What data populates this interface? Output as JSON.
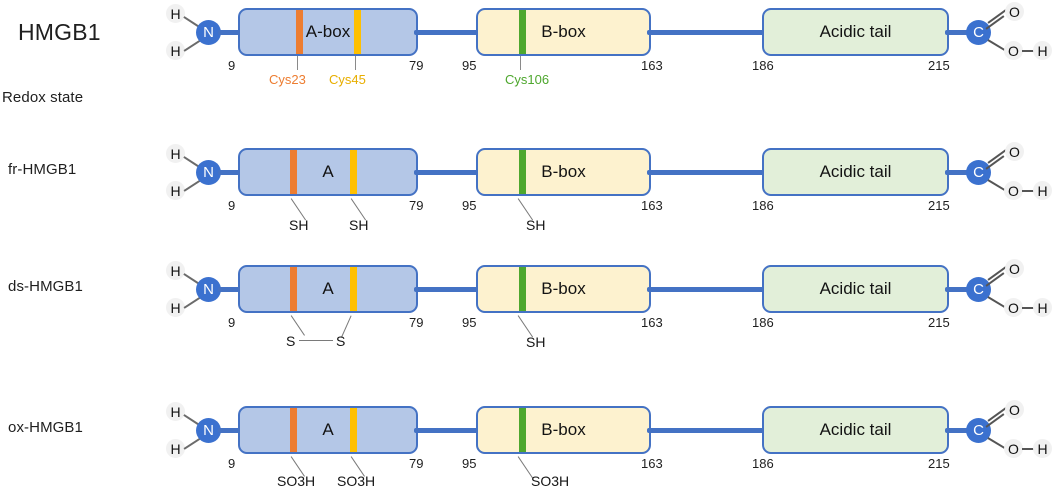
{
  "figure": {
    "title": "HMGB1",
    "section_label": "Redox state",
    "background": "#ffffff"
  },
  "colors": {
    "box_border": "#4472c4",
    "abox_fill": "#b4c7e7",
    "bbox_fill": "#fdf2cf",
    "tail_fill": "#e2efd9",
    "cys23": "#ed7d31",
    "cys45": "#ffc000",
    "cys106": "#4ea72e",
    "backbone": "#4472c4",
    "atom_blue": "#3b71cf",
    "atom_grey": "#f1f1f1"
  },
  "termini": {
    "n_terminus": {
      "atom": "N",
      "hydrogens": [
        "H",
        "H"
      ]
    },
    "c_terminus": {
      "atom": "C",
      "carbonyl_oxygen": "O",
      "hydroxyl_oxygen": "O",
      "hydroxyl_hydrogen": "H"
    }
  },
  "cys_annotations": [
    {
      "name": "Cys23",
      "color": "#ed7d31"
    },
    {
      "name": "Cys45",
      "color": "#e8ae00"
    },
    {
      "name": "Cys106",
      "color": "#4ea72e"
    }
  ],
  "residue_numbers": {
    "abox_start": "9",
    "abox_end": "79",
    "bbox_start": "95",
    "bbox_end": "163",
    "tail_start": "186",
    "tail_end": "215"
  },
  "rows": [
    {
      "label": "HMGB1",
      "is_title": true,
      "abox_name": "A-box",
      "bbox_name": "B-box",
      "tail_name": "Acidic tail",
      "mods": {
        "cys23": "",
        "cys45": "",
        "cys106": ""
      },
      "bond": "none"
    },
    {
      "label": "fr-HMGB1",
      "is_title": false,
      "abox_name": "A",
      "bbox_name": "B-box",
      "tail_name": "Acidic tail",
      "mods": {
        "cys23": "SH",
        "cys45": "SH",
        "cys106": "SH"
      },
      "bond": "none"
    },
    {
      "label": "ds-HMGB1",
      "is_title": false,
      "abox_name": "A",
      "bbox_name": "B-box",
      "tail_name": "Acidic tail",
      "mods": {
        "cys23": "S",
        "cys45": "S",
        "cys106": "SH"
      },
      "bond": "disulfide"
    },
    {
      "label": "ox-HMGB1",
      "is_title": false,
      "abox_name": "A",
      "bbox_name": "B-box",
      "tail_name": "Acidic tail",
      "mods": {
        "cys23": "SO3H",
        "cys45": "SO3H",
        "cys106": "SO3H"
      },
      "bond": "none"
    }
  ]
}
